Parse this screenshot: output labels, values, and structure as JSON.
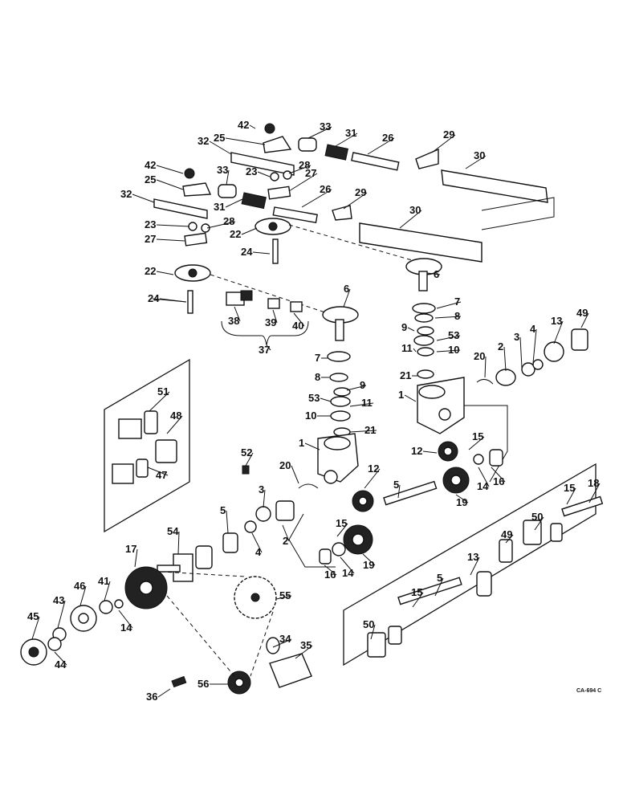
{
  "diagram": {
    "code": "CA-694 C",
    "callouts": [
      "1",
      "2",
      "3",
      "4",
      "5",
      "6",
      "7",
      "8",
      "9",
      "10",
      "11",
      "12",
      "13",
      "14",
      "15",
      "16",
      "17",
      "18",
      "19",
      "20",
      "21",
      "22",
      "23",
      "24",
      "25",
      "26",
      "27",
      "28",
      "29",
      "30",
      "31",
      "32",
      "33",
      "34",
      "35",
      "36",
      "37",
      "38",
      "39",
      "40",
      "41",
      "42",
      "43",
      "44",
      "45",
      "46",
      "47",
      "48",
      "49",
      "50",
      "51",
      "52",
      "53",
      "54",
      "55",
      "56"
    ]
  }
}
